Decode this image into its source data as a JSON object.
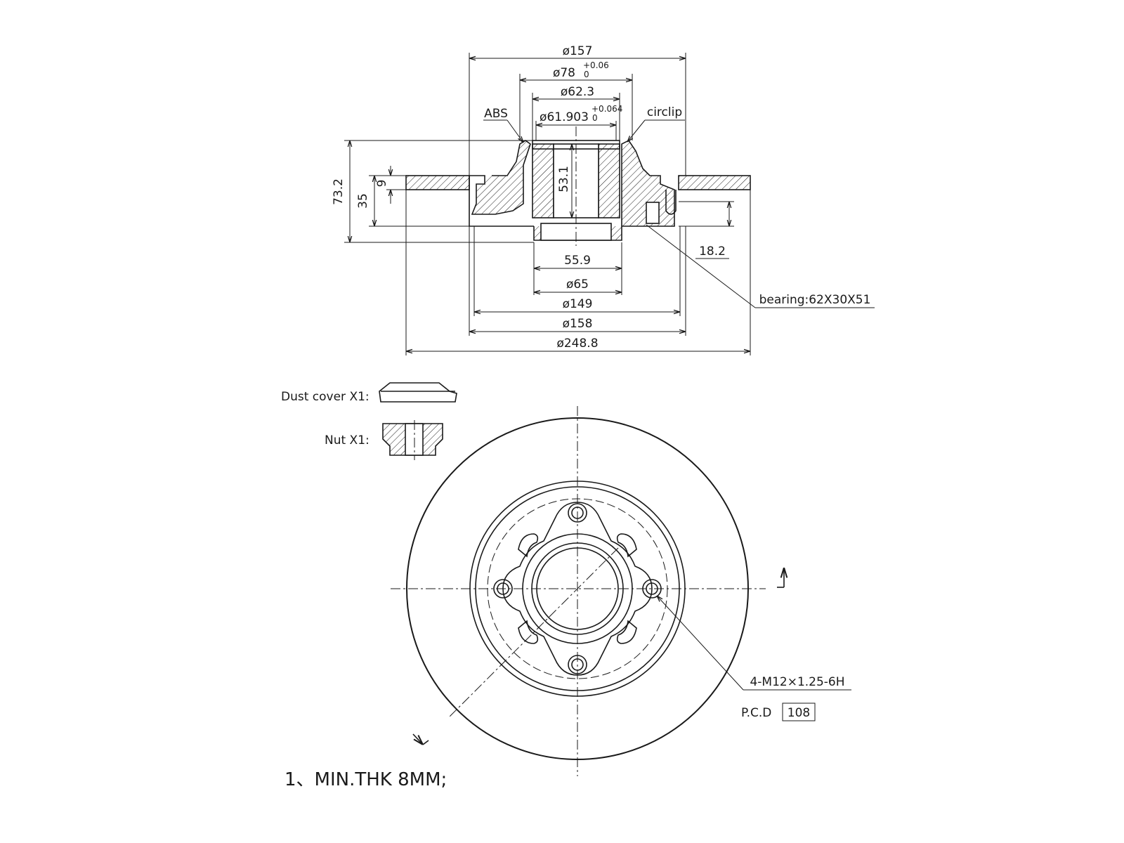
{
  "dimensions": {
    "d157": "ø157",
    "d78": "ø78",
    "d78_tol_upper": "+0.06",
    "d78_tol_lower": "0",
    "d62_3": "ø62.3",
    "d61_903": "ø61.903",
    "d61_903_tol_upper": "+0.064",
    "d61_903_tol_lower": "0",
    "h73_2": "73.2",
    "h35": "35",
    "h9": "9",
    "h53_1": "53.1",
    "h18_2": "18.2",
    "w55_9": "55.9",
    "d65": "ø65",
    "d149": "ø149",
    "d158": "ø158",
    "d248_8": "ø248.8"
  },
  "callouts": {
    "abs": "ABS",
    "circlip": "circlip",
    "bearing": "bearing:62X30X51",
    "thread": "4-M12×1.25-6H",
    "pcd_prefix": "P.C.D",
    "pcd_value": "108"
  },
  "parts": {
    "dust_cover": "Dust cover X1:",
    "nut": "Nut X1:"
  },
  "notes": {
    "note1": "1、MIN.THK 8MM;"
  }
}
